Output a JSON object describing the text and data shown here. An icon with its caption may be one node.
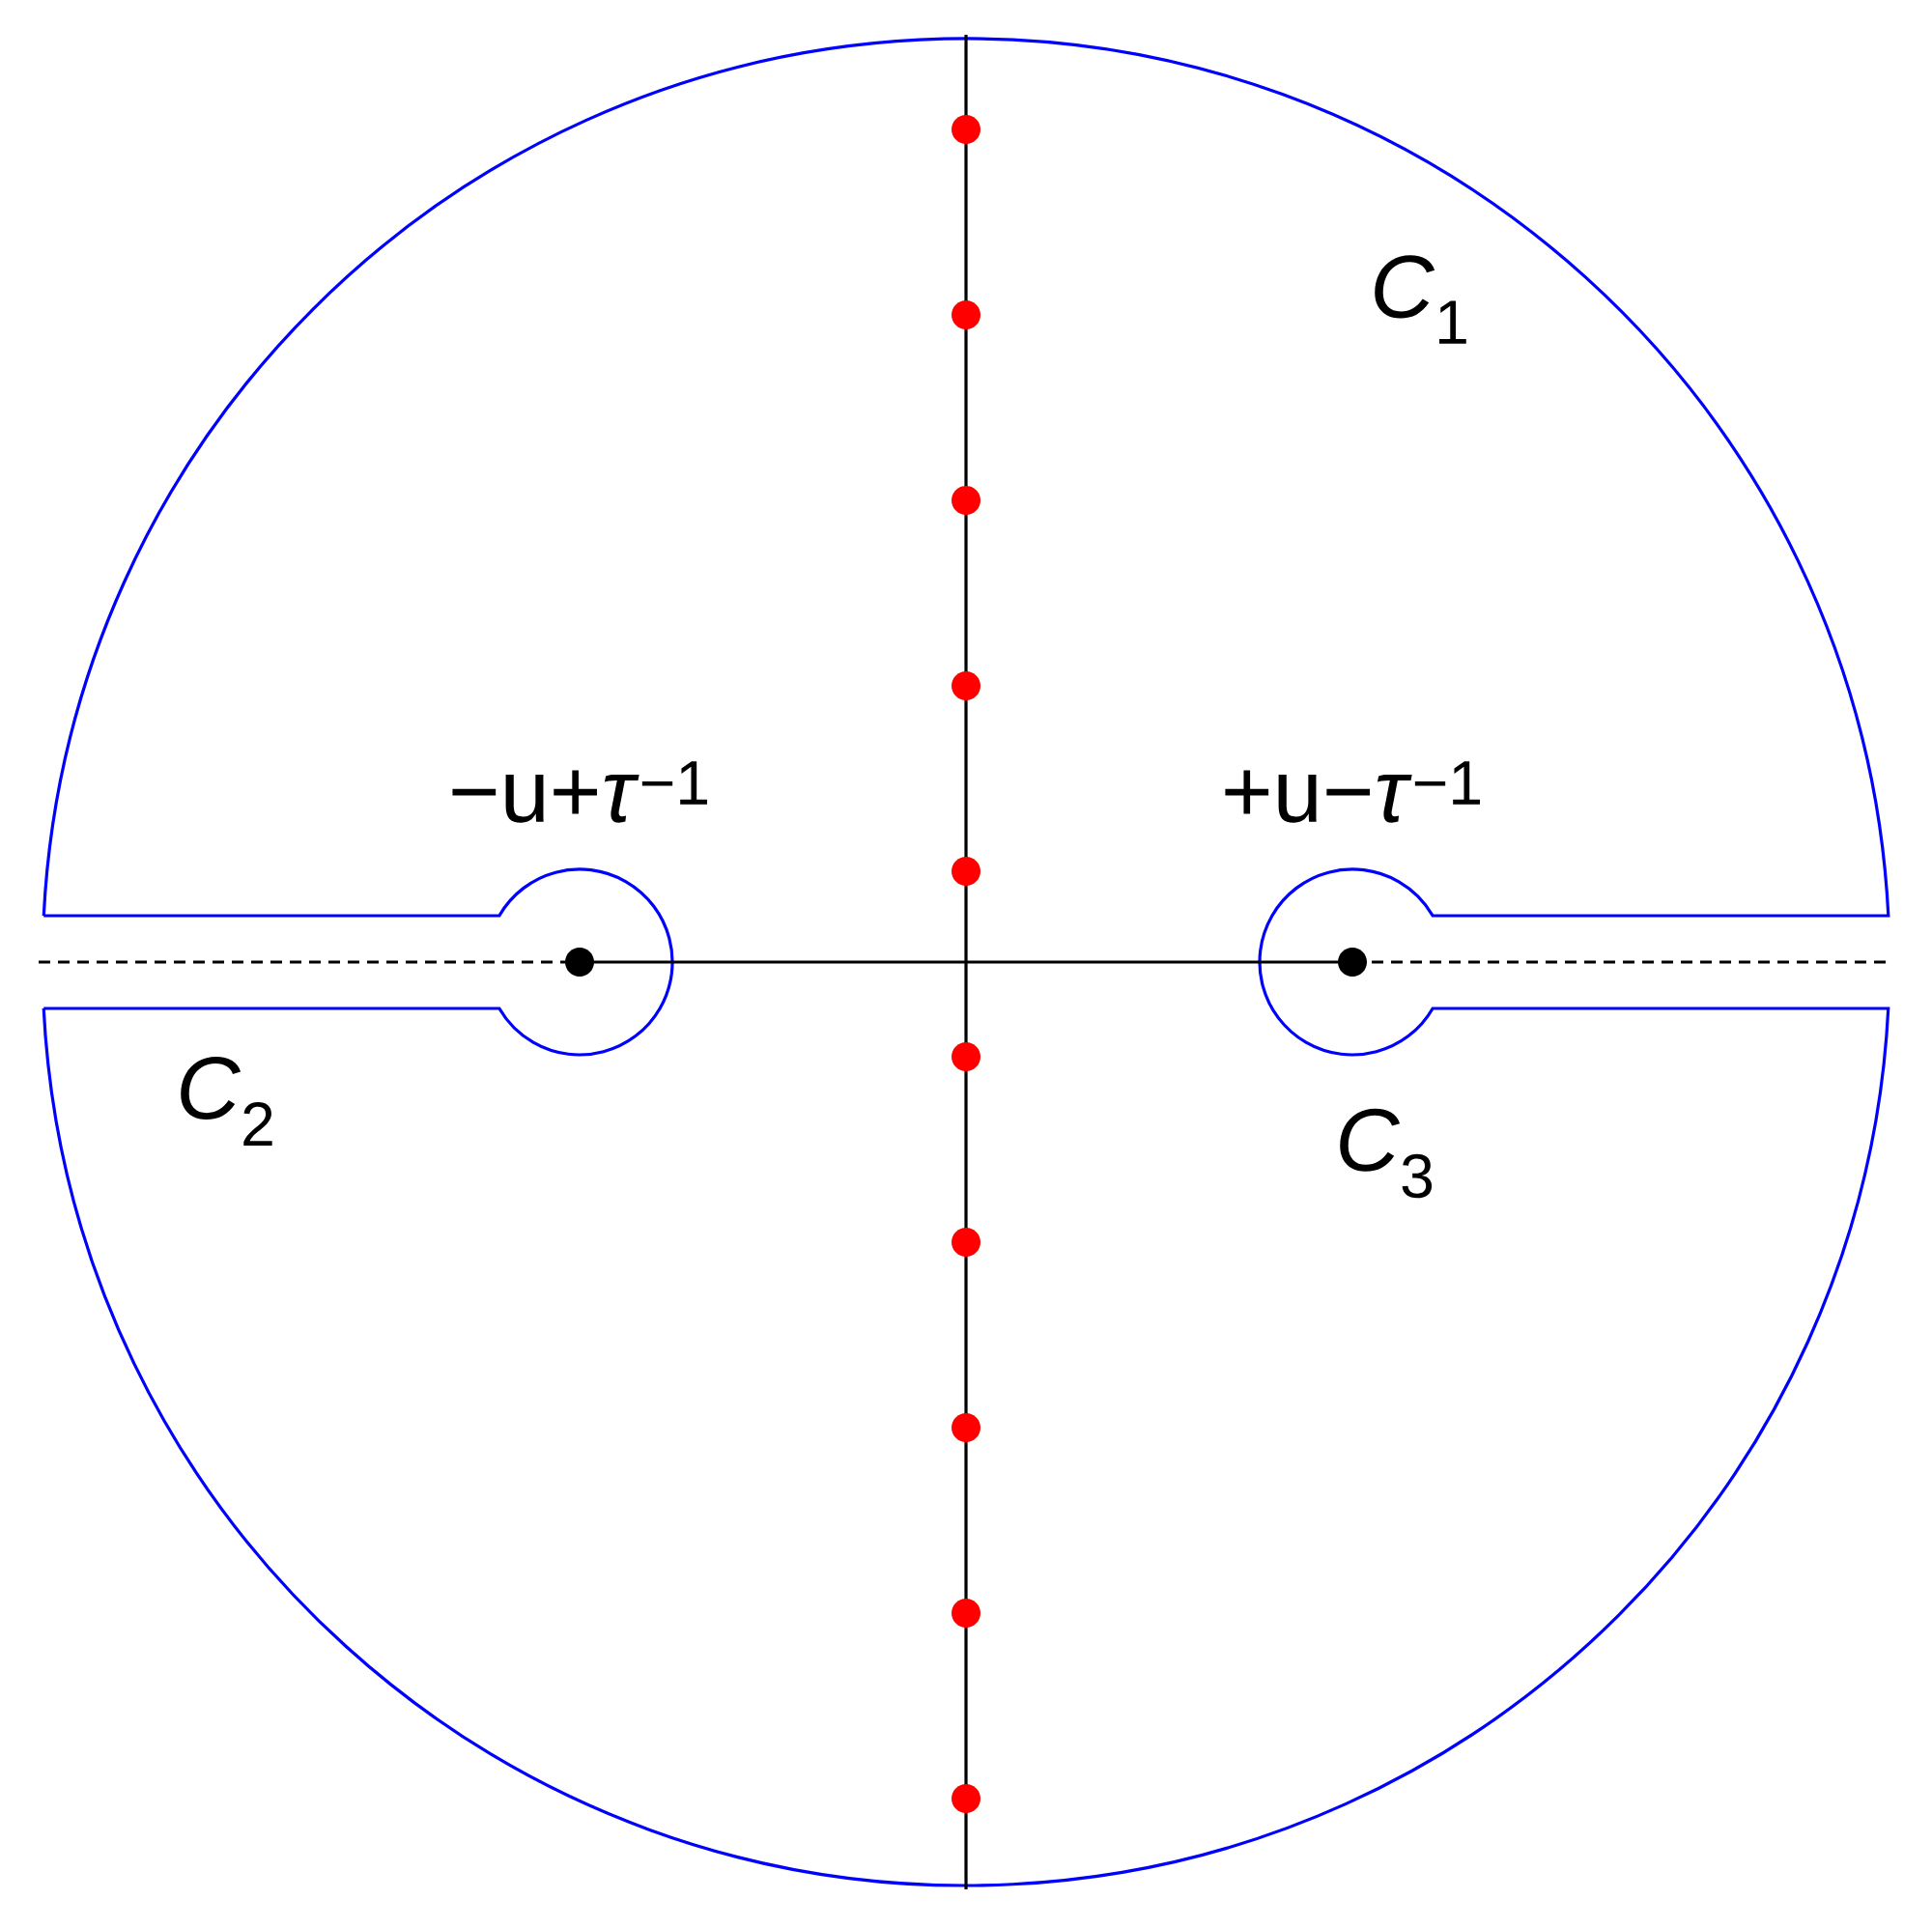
{
  "diagram": {
    "labels": [
      "*C*$_{1}$",
      "−u+*τ*$^{−1}$",
      "+u−*τ*$^{−1}$",
      "*C*$_{2}$",
      "*C*$_{3}$"
    ]
  }
}
